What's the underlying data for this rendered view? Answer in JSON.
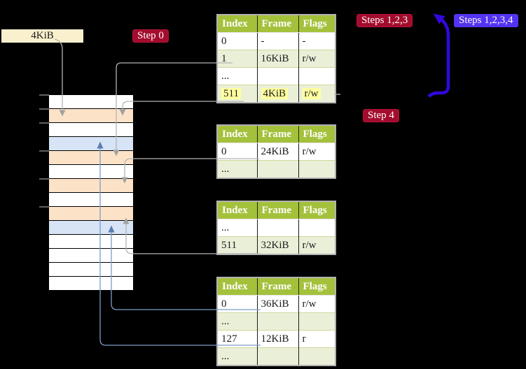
{
  "labels": {
    "page_size": "4KiB",
    "step0": "Step 0",
    "steps123": "Steps 1,2,3",
    "steps1234": "Steps 1,2,3,4",
    "step4": "Step 4"
  },
  "tables": [
    {
      "name": "page-table-steps-123",
      "headers": [
        "Index",
        "Frame",
        "Flags"
      ],
      "rows": [
        {
          "cells": [
            "0",
            "-",
            "-"
          ],
          "shaded": false,
          "highlight": false
        },
        {
          "cells": [
            "1",
            "16KiB",
            "r/w"
          ],
          "shaded": true,
          "highlight": false
        },
        {
          "cells": [
            "...",
            "",
            ""
          ],
          "shaded": false,
          "highlight": false
        },
        {
          "cells": [
            "511",
            "4KiB",
            "r/w"
          ],
          "shaded": true,
          "highlight": true
        }
      ]
    },
    {
      "name": "page-table-step-4-a",
      "headers": [
        "Index",
        "Frame",
        "Flags"
      ],
      "rows": [
        {
          "cells": [
            "0",
            "24KiB",
            "r/w"
          ],
          "shaded": false,
          "highlight": false
        },
        {
          "cells": [
            "...",
            "",
            ""
          ],
          "shaded": true,
          "highlight": false
        }
      ]
    },
    {
      "name": "page-table-step-4-b",
      "headers": [
        "Index",
        "Frame",
        "Flags"
      ],
      "rows": [
        {
          "cells": [
            "...",
            "",
            ""
          ],
          "shaded": false,
          "highlight": false
        },
        {
          "cells": [
            "511",
            "32KiB",
            "r/w"
          ],
          "shaded": true,
          "highlight": false
        }
      ]
    },
    {
      "name": "page-table-step-4-c",
      "headers": [
        "Index",
        "Frame",
        "Flags"
      ],
      "rows": [
        {
          "cells": [
            "0",
            "36KiB",
            "r/w"
          ],
          "shaded": false,
          "highlight": false
        },
        {
          "cells": [
            "...",
            "",
            ""
          ],
          "shaded": true,
          "highlight": false
        },
        {
          "cells": [
            "127",
            "12KiB",
            "r"
          ],
          "shaded": false,
          "highlight": false
        },
        {
          "cells": [
            "...",
            "",
            ""
          ],
          "shaded": true,
          "highlight": false
        }
      ]
    }
  ],
  "memory": {
    "row_colors": [
      "white",
      "orange",
      "white",
      "blue",
      "orange",
      "white",
      "orange",
      "white",
      "orange",
      "blue",
      "white",
      "white",
      "white",
      "white"
    ]
  },
  "colors": {
    "background": "#000000",
    "table_header_bg": "#a4c13c",
    "table_shaded_row_bg": "#eaf0d8",
    "highlight_bg": "#ffffa0",
    "badge_red_bg": "#a30c2d",
    "badge_blue_bg": "#5533f2",
    "memory_orange": "#fce3c8",
    "memory_blue": "#d7e4f5",
    "label_cream_bg": "#fbf0cd",
    "gray_pointer": "#b4b4b4",
    "blue_pointer": "#7b9cc8",
    "big_arrow_blue": "#3207df"
  }
}
